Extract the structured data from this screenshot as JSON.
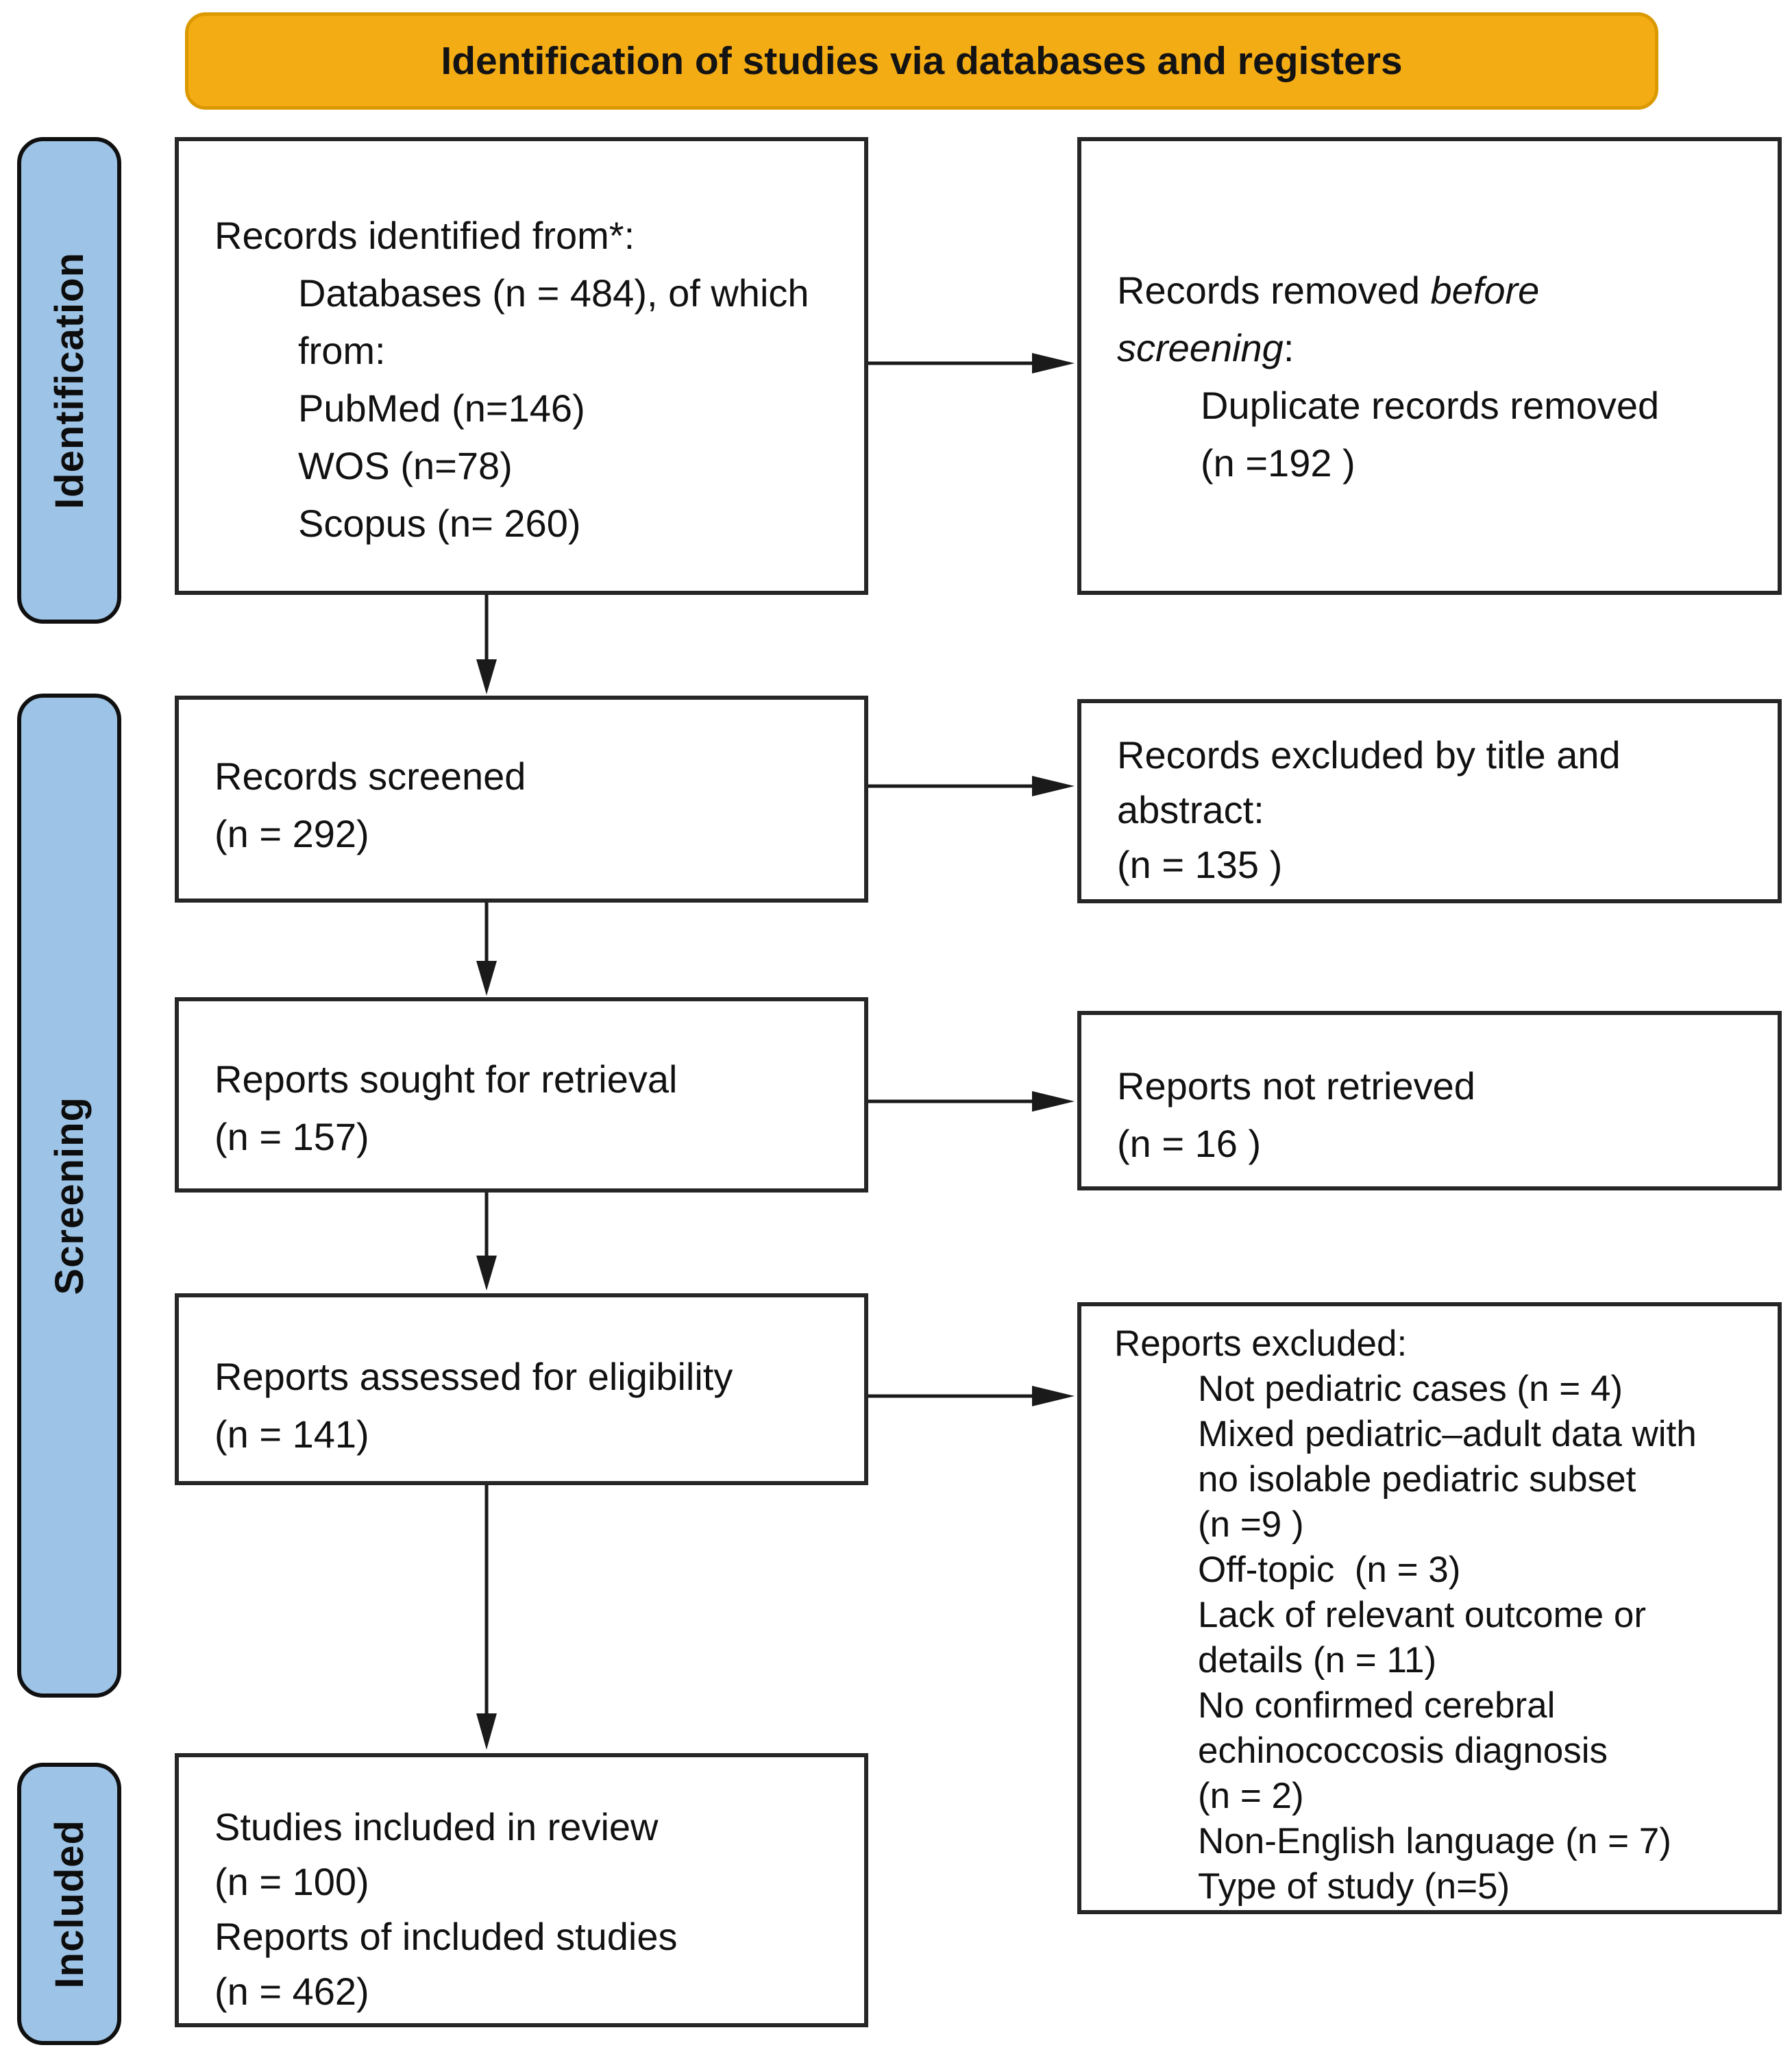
{
  "banner": {
    "label": "Identification of studies via databases and registers"
  },
  "stages": [
    {
      "label": "Identification"
    },
    {
      "label": "Screening"
    },
    {
      "label": "Included"
    }
  ],
  "colors": {
    "banner_fill": "#F4AC15",
    "banner_border": "#DB9900",
    "stage_fill": "#9DC3E6",
    "stage_border": "#101010",
    "box_border": "#262626",
    "arrow": "#1a1a1a"
  },
  "boxes": {
    "identified": {
      "lines": [
        {
          "seg": [
            {
              "t": "Records identified from*:"
            }
          ]
        },
        {
          "ind": true,
          "seg": [
            {
              "t": "Databases (n = 484), of which"
            }
          ]
        },
        {
          "ind": true,
          "seg": [
            {
              "t": "from:"
            }
          ]
        },
        {
          "ind": true,
          "seg": [
            {
              "t": "PubMed (n=146)"
            }
          ]
        },
        {
          "ind": true,
          "seg": [
            {
              "t": "WOS (n=78)"
            }
          ]
        },
        {
          "ind": true,
          "seg": [
            {
              "t": "Scopus (n= 260)"
            }
          ]
        }
      ]
    },
    "removed": {
      "lines": [
        {
          "seg": [
            {
              "t": "Records removed "
            },
            {
              "t": "before",
              "i": true
            }
          ]
        },
        {
          "seg": [
            {
              "t": "screening",
              "i": true
            },
            {
              "t": ":"
            }
          ]
        },
        {
          "ind": true,
          "seg": [
            {
              "t": "Duplicate records removed"
            }
          ]
        },
        {
          "ind": true,
          "seg": [
            {
              "t": "(n =192 )"
            }
          ]
        }
      ]
    },
    "screened": {
      "lines": [
        {
          "seg": [
            {
              "t": "Records screened"
            }
          ]
        },
        {
          "seg": [
            {
              "t": "(n = 292)"
            }
          ]
        }
      ]
    },
    "excluded_title_abstract": {
      "lines": [
        {
          "seg": [
            {
              "t": "Records excluded by title and"
            }
          ]
        },
        {
          "seg": [
            {
              "t": "abstract:"
            }
          ]
        },
        {
          "seg": [
            {
              "t": "(n = 135 )"
            }
          ]
        }
      ]
    },
    "sought": {
      "lines": [
        {
          "seg": [
            {
              "t": "Reports sought for retrieval"
            }
          ]
        },
        {
          "seg": [
            {
              "t": "(n = 157)"
            }
          ]
        }
      ]
    },
    "not_retrieved": {
      "lines": [
        {
          "seg": [
            {
              "t": "Reports not retrieved"
            }
          ]
        },
        {
          "seg": [
            {
              "t": "(n = 16 )"
            }
          ]
        }
      ]
    },
    "assessed": {
      "lines": [
        {
          "seg": [
            {
              "t": "Reports assessed for eligibility"
            }
          ]
        },
        {
          "seg": [
            {
              "t": "(n = 141)"
            }
          ]
        }
      ]
    },
    "excluded_reports": {
      "lines": [
        {
          "seg": [
            {
              "t": "Reports excluded:"
            }
          ]
        },
        {
          "ind": true,
          "seg": [
            {
              "t": "Not pediatric cases (n = 4)"
            }
          ]
        },
        {
          "ind": true,
          "seg": [
            {
              "t": "Mixed pediatric–adult data with"
            }
          ]
        },
        {
          "ind": true,
          "seg": [
            {
              "t": "no isolable pediatric subset"
            }
          ]
        },
        {
          "ind": true,
          "seg": [
            {
              "t": "(n =9 )"
            }
          ]
        },
        {
          "ind": true,
          "seg": [
            {
              "t": "Off-topic  (n = 3)"
            }
          ]
        },
        {
          "ind": true,
          "seg": [
            {
              "t": "Lack of relevant outcome or"
            }
          ]
        },
        {
          "ind": true,
          "seg": [
            {
              "t": "details (n = 11)"
            }
          ]
        },
        {
          "ind": true,
          "seg": [
            {
              "t": "No confirmed cerebral"
            }
          ]
        },
        {
          "ind": true,
          "seg": [
            {
              "t": "echinococcosis diagnosis"
            }
          ]
        },
        {
          "ind": true,
          "seg": [
            {
              "t": "(n = 2)"
            }
          ]
        },
        {
          "ind": true,
          "seg": [
            {
              "t": "Non-English language (n = 7)"
            }
          ]
        },
        {
          "ind": true,
          "seg": [
            {
              "t": "Type of study (n=5)"
            }
          ]
        }
      ]
    },
    "included": {
      "lines": [
        {
          "seg": [
            {
              "t": "Studies included in review"
            }
          ]
        },
        {
          "seg": [
            {
              "t": "(n = 100)"
            }
          ]
        },
        {
          "seg": [
            {
              "t": "Reports of included studies"
            }
          ]
        },
        {
          "seg": [
            {
              "t": "(n = 462)"
            }
          ]
        }
      ]
    }
  }
}
